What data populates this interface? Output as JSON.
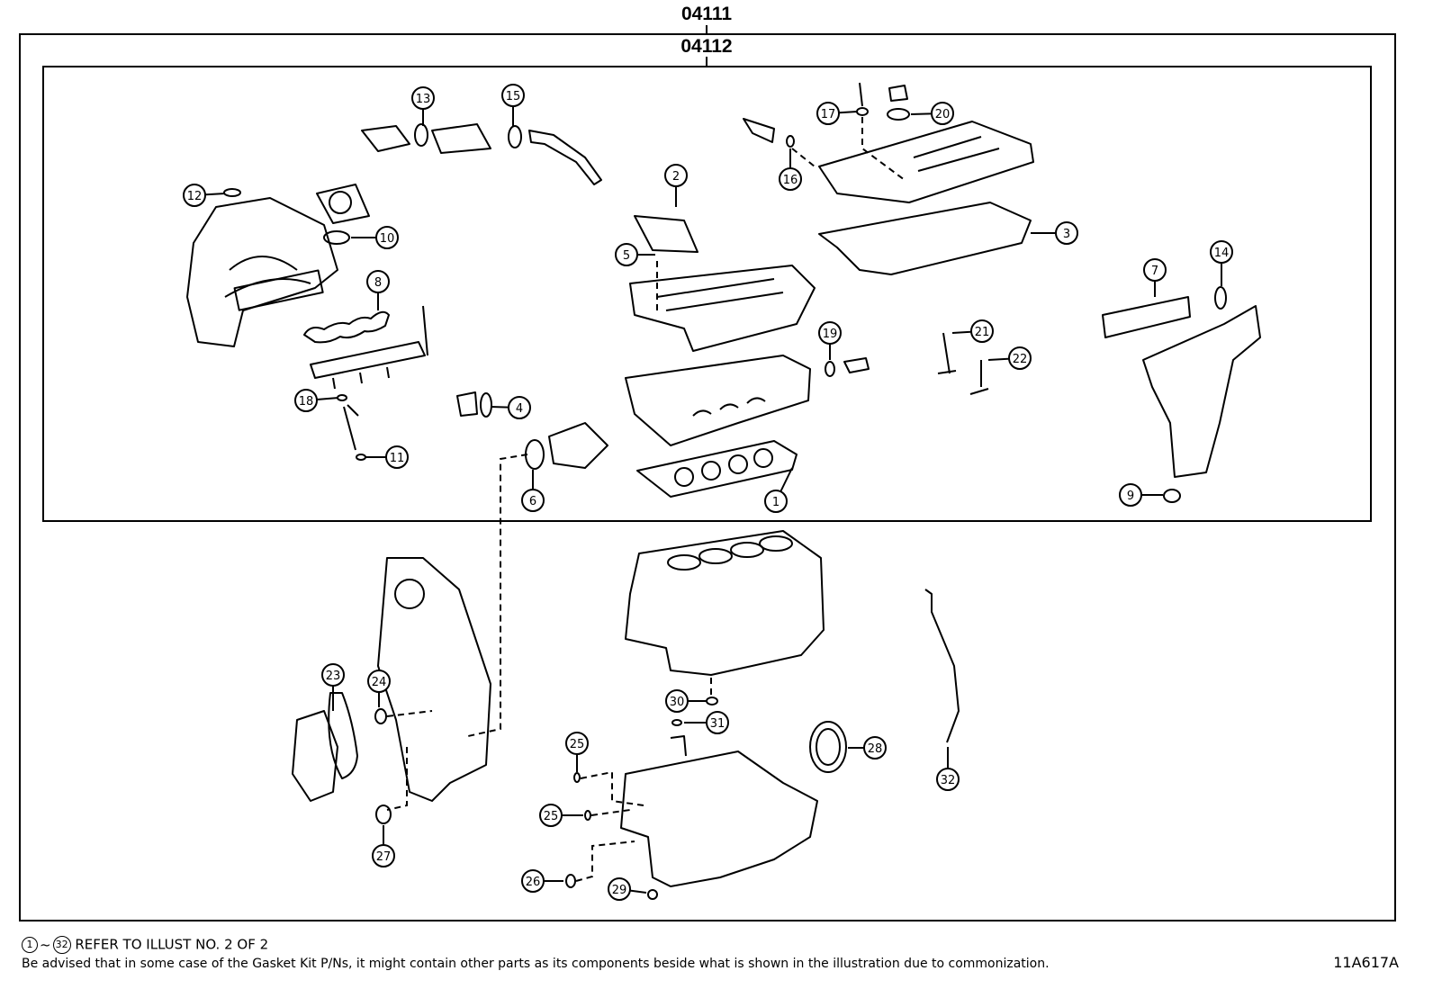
{
  "header": {
    "outer_code": "04111",
    "inner_code": "04112"
  },
  "callouts": [
    "1",
    "2",
    "3",
    "4",
    "5",
    "6",
    "7",
    "8",
    "9",
    "10",
    "11",
    "12",
    "13",
    "14",
    "15",
    "16",
    "17",
    "18",
    "19",
    "20",
    "21",
    "22",
    "23",
    "24",
    "25",
    "25",
    "26",
    "27",
    "28",
    "29",
    "30",
    "31",
    "32"
  ],
  "notes": {
    "range_start": "1",
    "range_end": "32",
    "range_sep": "~",
    "range_text": "REFER TO ILLUST NO. 2 OF 2",
    "disclaimer": "Be advised that in some case of the Gasket Kit P/Ns,  it might contain other parts as its components beside what is shown in the illustration due to commonization."
  },
  "document_id": "11A617A",
  "colors": {
    "line": "#000000",
    "background": "#ffffff"
  }
}
